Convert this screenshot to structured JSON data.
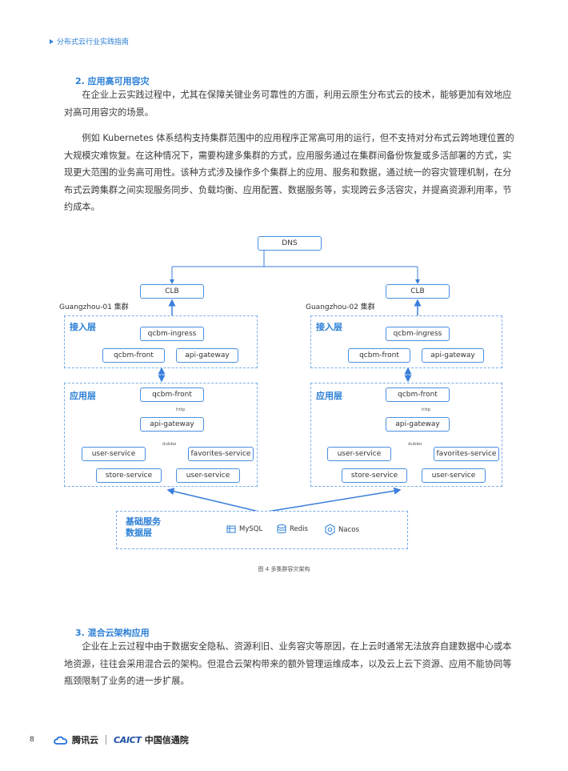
{
  "header": {
    "title": "分布式云行业实践指南"
  },
  "section2": {
    "heading": "2. 应用高可用容灾",
    "para1": "在企业上云实践过程中，尤其在保障关键业务可靠性的方面，利用云原生分布式云的技术，能够更加有效地应对高可用容灾的场景。",
    "para2": "例如 Kubernetes 体系结构支持集群范围中的应用程序正常高可用的运行，但不支持对分布式云跨地理位置的大规模灾难恢复。在这种情况下，需要构建多集群的方式，应用服务通过在集群间备份恢复或多活部署的方式，实现更大范围的业务高可用性。该种方式涉及操作多个集群上的应用、服务和数据，通过统一的容灾管理机制，在分布式云跨集群之间实现服务同步、负载均衡、应用配置、数据服务等，实现跨云多活容灾，并提高资源利用率，节约成本。"
  },
  "diagram": {
    "dns": "DNS",
    "clusters": [
      {
        "name": "Guangzhou-01 集群",
        "clb": "CLB",
        "access_layer": "接入层",
        "ingress": "qcbm-ingress",
        "front": "qcbm-front",
        "gateway": "api-gateway",
        "app_layer": "应用层",
        "app_front": "qcbm-front",
        "http": "http",
        "app_gateway": "api-gateway",
        "dubbo": "dubbo",
        "user_service": "user-service",
        "favorites_service": "favorites-service",
        "store_service": "store-service",
        "user_service2": "user-service"
      },
      {
        "name": "Guangzhou-02 集群",
        "clb": "CLB",
        "access_layer": "接入层",
        "ingress": "qcbm-ingress",
        "front": "qcbm-front",
        "gateway": "api-gateway",
        "app_layer": "应用层",
        "app_front": "qcbm-front",
        "http": "http",
        "app_gateway": "api-gateway",
        "dubbo": "dubbo",
        "user_service": "user-service",
        "favorites_service": "favorites-service",
        "store_service": "store-service",
        "user_service2": "user-service"
      }
    ],
    "base": {
      "label_line1": "基础服务",
      "label_line2": "数据层",
      "mysql": "MySQL",
      "redis": "Redis",
      "nacos": "Nacos"
    },
    "caption": "图 4 多集群容灾架构"
  },
  "section3": {
    "heading": "3. 混合云架构应用",
    "para1": "企业在上云过程中由于数据安全隐私、资源利旧、业务容灾等原因，在上云时通常无法放弃自建数据中心或本地资源，往往会采用混合云的架构。但混合云架构带来的额外管理运维成本，以及云上云下资源、应用不能协同等瓶颈限制了业务的进一步扩展。"
  },
  "footer": {
    "page": "8",
    "brand1": "腾讯云",
    "brand2": "CAICT",
    "brand3": "中国信通院"
  },
  "colors": {
    "accent": "#2b7fd6",
    "line": "#3a7fdc"
  }
}
